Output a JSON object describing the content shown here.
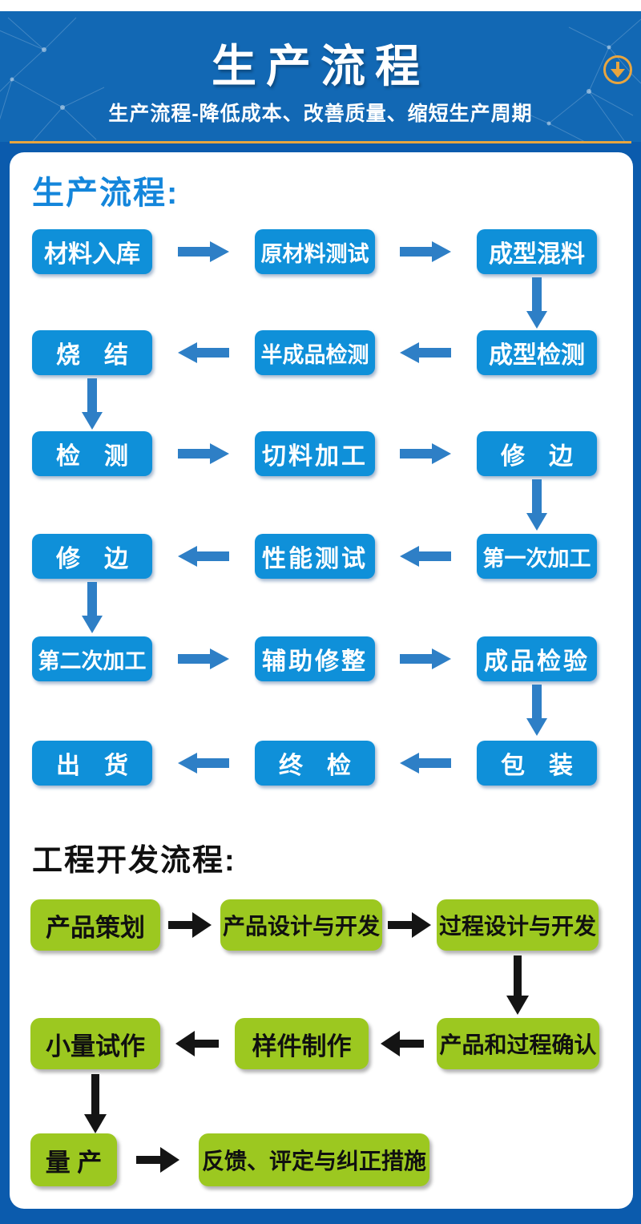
{
  "colors": {
    "header_blue": "#1268b4",
    "page_blue": "#0b5bad",
    "gold": "#e8a53f",
    "step_blue": "#0f90d9",
    "arrow_blue": "#2e7fc6",
    "heading_blue": "#1486db",
    "step_green": "#9cc820"
  },
  "header": {
    "title": "生产流程",
    "subtitle": "生产流程-降低成本、改善质量、缩短生产周期",
    "icon": "circle-down-arrow-icon"
  },
  "production": {
    "heading": "生产流程:",
    "steps": {
      "r1c1": "材料入库",
      "r1c2": "原材料测试",
      "r1c3": "成型混料",
      "r2c1": "烧　结",
      "r2c2": "半成品检测",
      "r2c3": "成型检测",
      "r3c1": "检　测",
      "r3c2": "切料加工",
      "r3c3": "修　边",
      "r4c1": "修　边",
      "r4c2": "性能测试",
      "r4c3": "第一次加工",
      "r5c1": "第二次加工",
      "r5c2": "辅助修整",
      "r5c3": "成品检验",
      "r6c1": "出　货",
      "r6c2": "终　检",
      "r6c3": "包　装"
    }
  },
  "engineering": {
    "heading": "工程开发流程:",
    "steps": {
      "r1c1": "产品策划",
      "r1c2": "产品设计与开发",
      "r1c3": "过程设计与开发",
      "r2c1": "小量试作",
      "r2c2": "样件制作",
      "r2c3": "产品和过程确认",
      "r3c1": "量 产",
      "r3c2": "反馈、评定与纠正措施"
    }
  }
}
